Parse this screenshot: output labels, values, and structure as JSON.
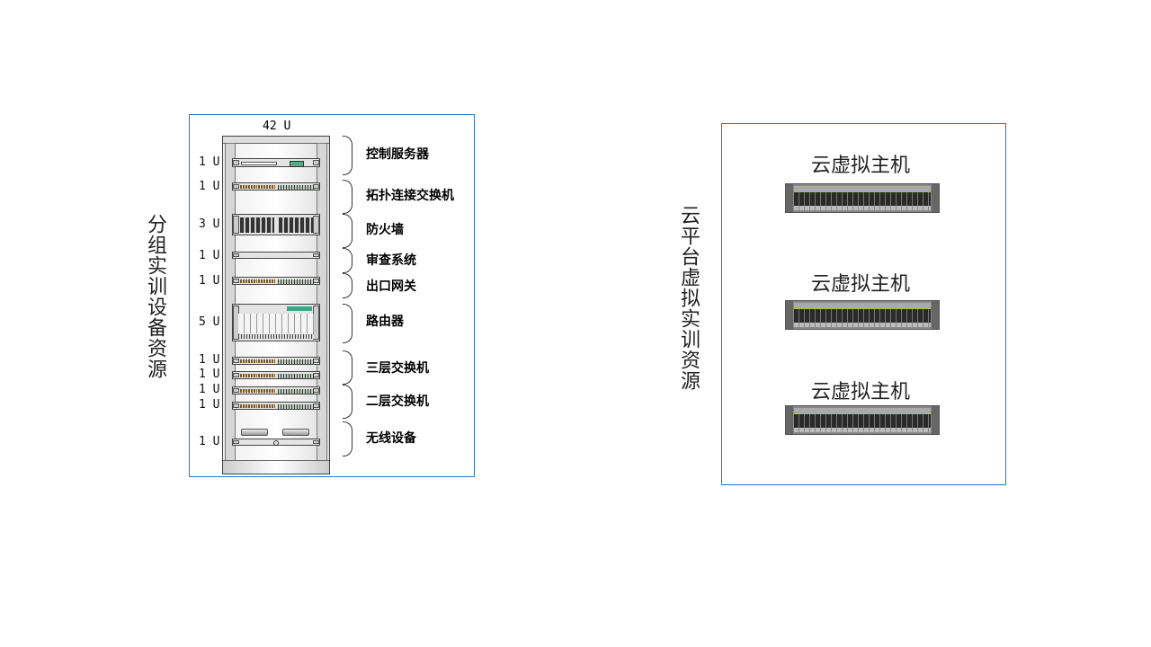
{
  "left_panel": {
    "title": "分组实训设备资源",
    "rack_size": "42 U",
    "devices": [
      {
        "units": [
          "1 U"
        ],
        "label": "控制服务器"
      },
      {
        "units": [
          "1 U"
        ],
        "label": "拓扑连接交换机"
      },
      {
        "units": [
          "3 U"
        ],
        "label": "防火墙"
      },
      {
        "units": [
          "1 U"
        ],
        "label": "审查系统"
      },
      {
        "units": [
          "1 U"
        ],
        "label": "出口网关"
      },
      {
        "units": [
          "5 U"
        ],
        "label": "路由器"
      },
      {
        "units": [
          "1 U",
          "1 U"
        ],
        "label": "三层交换机"
      },
      {
        "units": [
          "1 U",
          "1 U"
        ],
        "label": "二层交换机"
      },
      {
        "units": [
          "1 U"
        ],
        "label": "无线设备"
      }
    ]
  },
  "right_panel": {
    "title": "云平台虚拟实训资源",
    "hosts": [
      {
        "label": "云虚拟主机"
      },
      {
        "label": "云虚拟主机"
      },
      {
        "label": "云虚拟主机"
      }
    ]
  },
  "colors": {
    "border": "#2e75b6"
  }
}
